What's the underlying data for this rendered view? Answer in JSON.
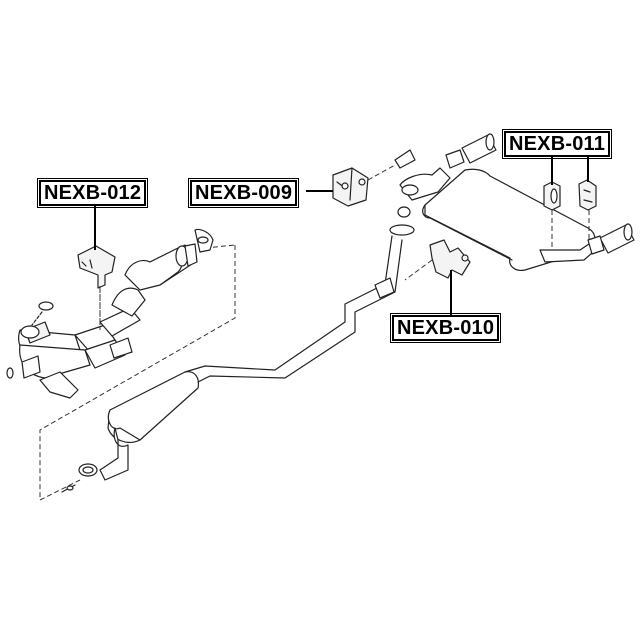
{
  "diagram": {
    "type": "exploded-parts-diagram",
    "subject": "exhaust system",
    "background": "#ffffff",
    "line_color": "#222222",
    "callouts": [
      {
        "id": "nexb-012",
        "label": "NEXB-012",
        "target": "front-pipe-heat-shield-bracket"
      },
      {
        "id": "nexb-009",
        "label": "NEXB-009",
        "target": "exhaust-mounting-bracket-insulator"
      },
      {
        "id": "nexb-011",
        "label": "NEXB-011",
        "target": "rear-muffler-rubber-hangers"
      },
      {
        "id": "nexb-010",
        "label": "NEXB-010",
        "target": "center-pipe-mounting-bracket"
      }
    ],
    "parts": [
      "exhaust-manifold-front-pipe",
      "catalytic-converter",
      "center-pipe",
      "front-muffler-resonator",
      "rear-muffler",
      "tail-pipe-finishers",
      "gaskets",
      "rubber-hangers"
    ]
  }
}
